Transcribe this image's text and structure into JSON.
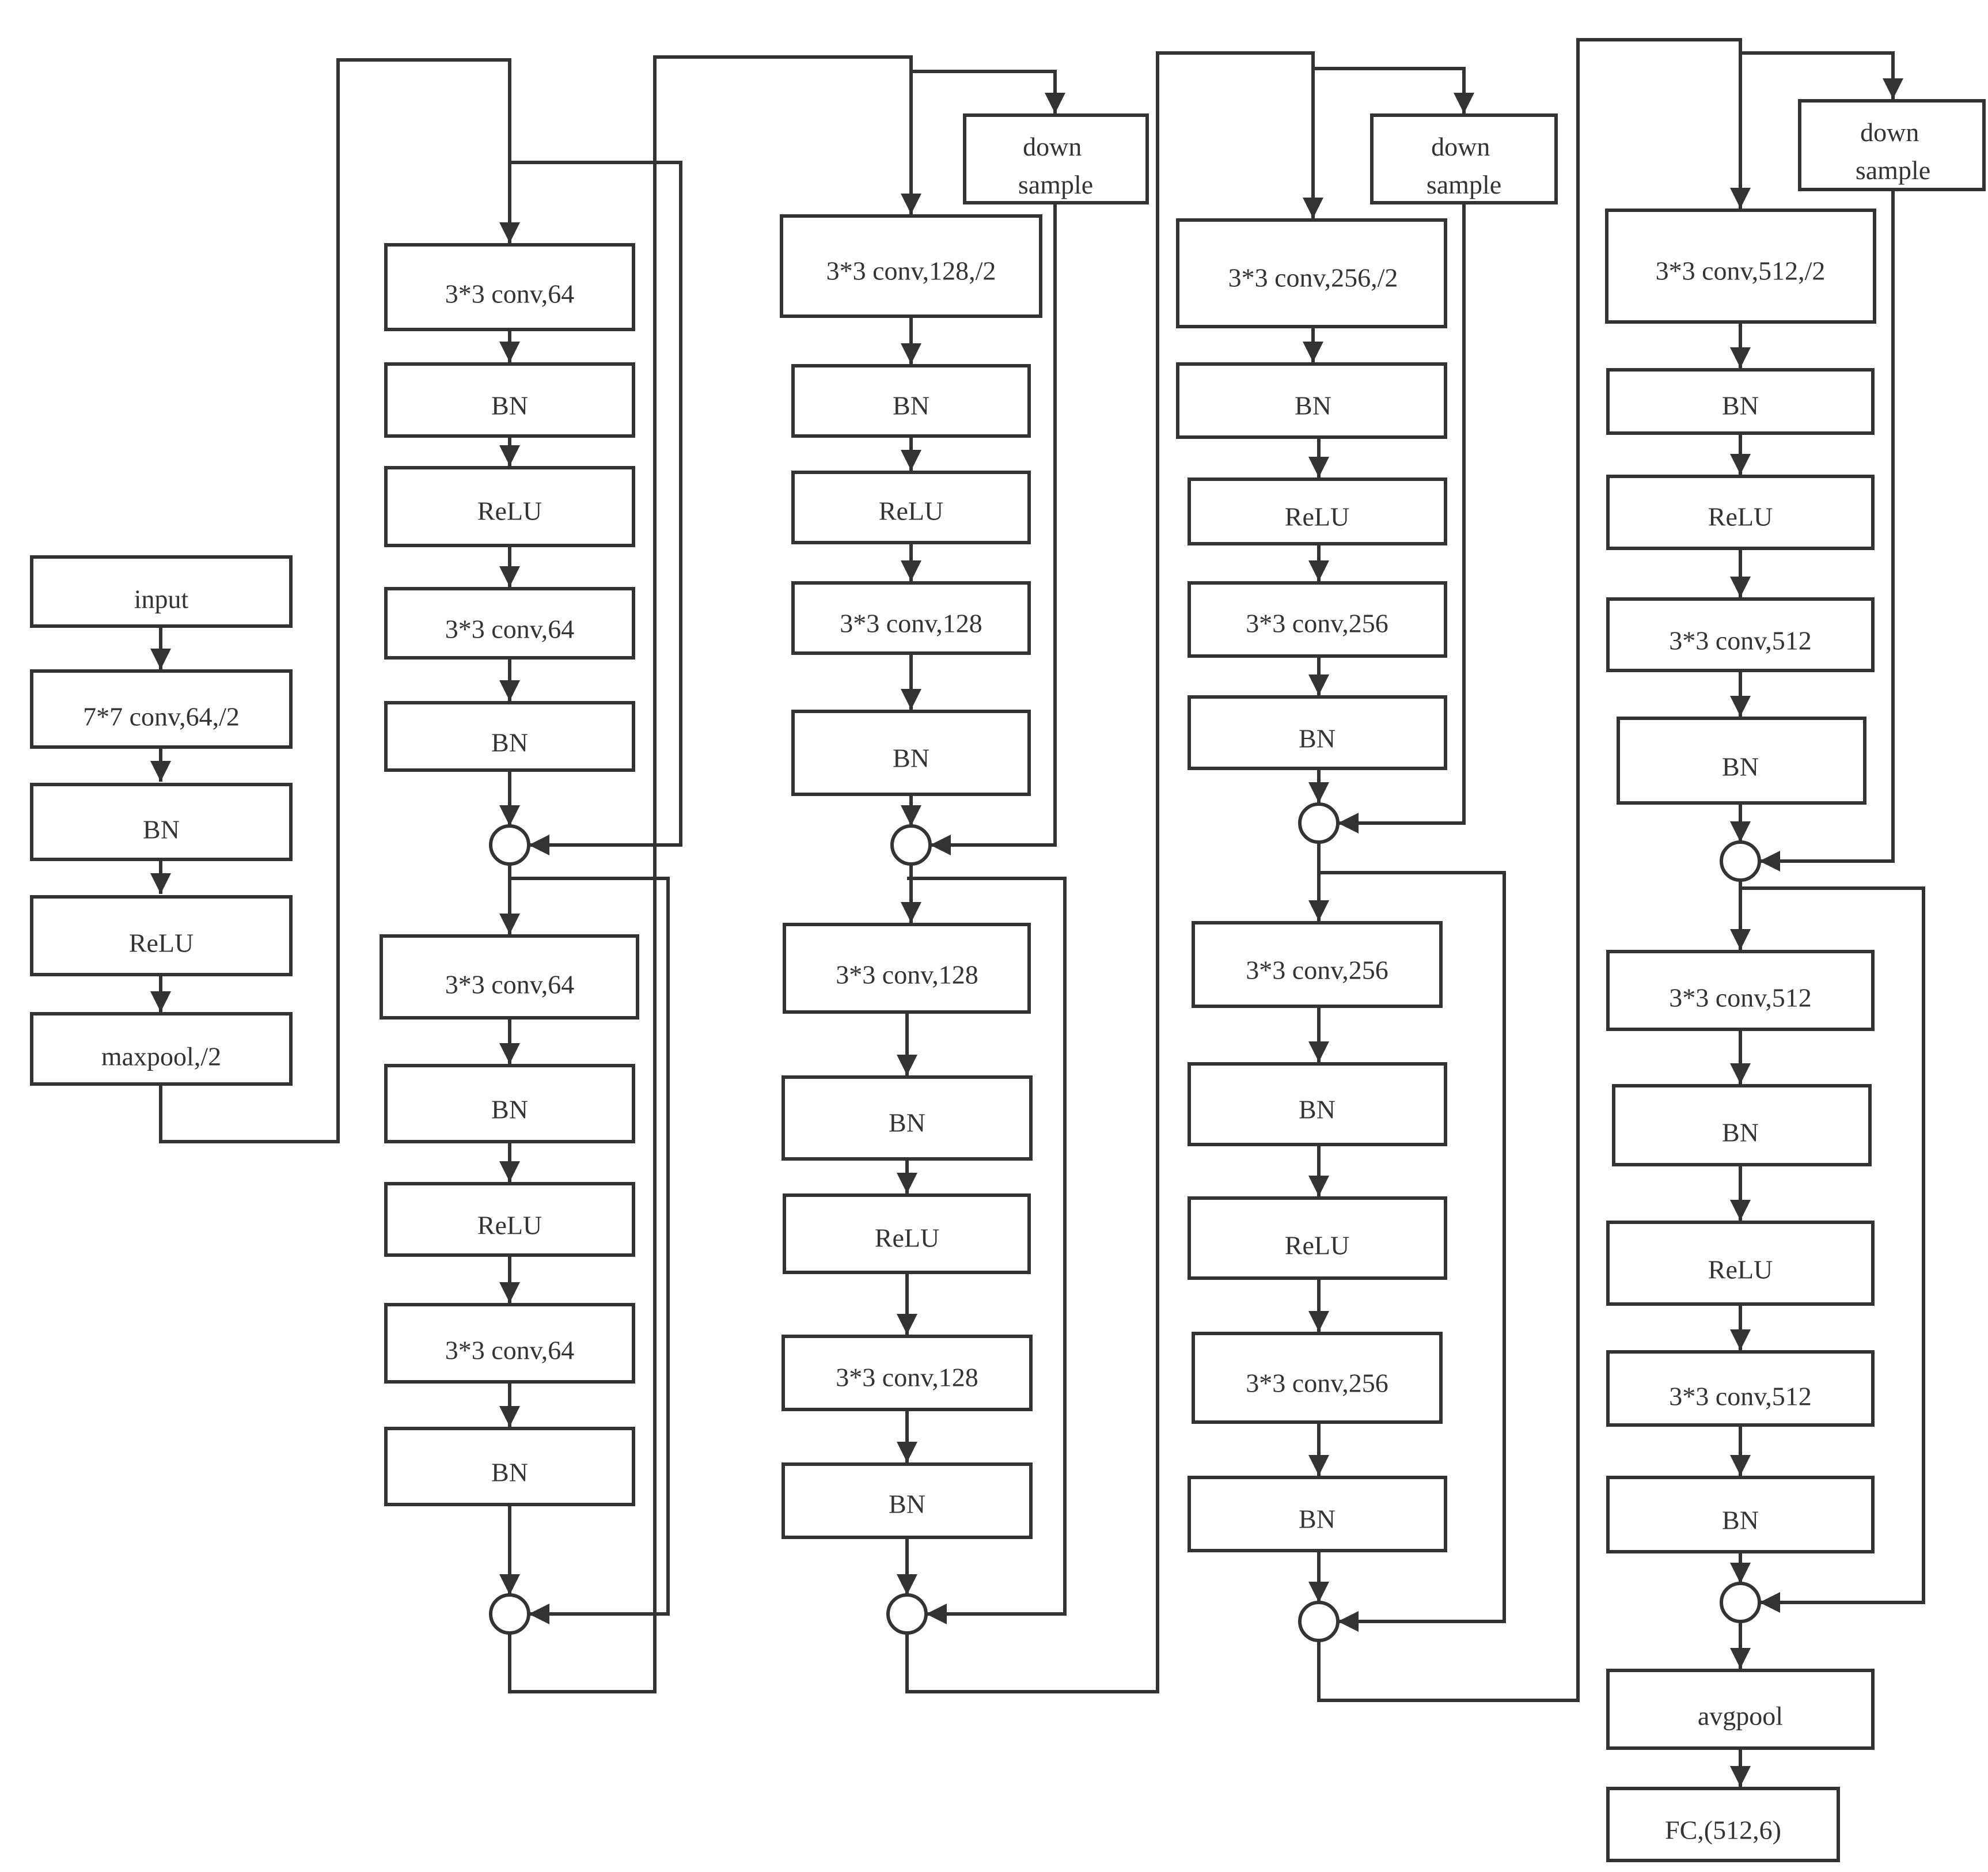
{
  "nodes": {
    "input": "input",
    "stem_conv": "7*7 conv,64,/2",
    "stem_bn": "BN",
    "stem_relu": "ReLU",
    "stem_pool": "maxpool,/2",
    "l1_b1_conv1": "3*3 conv,64",
    "l1_b1_bn1": "BN",
    "l1_b1_relu": "ReLU",
    "l1_b1_conv2": "3*3 conv,64",
    "l1_b1_bn2": "BN",
    "l1_b2_conv1": "3*3 conv,64",
    "l1_b2_bn1": "BN",
    "l1_b2_relu": "ReLU",
    "l1_b2_conv2": "3*3 conv,64",
    "l1_b2_bn2": "BN",
    "l2_down": "down sample",
    "l2_b1_conv1": "3*3 conv,128,/2",
    "l2_b1_bn1": "BN",
    "l2_b1_relu": "ReLU",
    "l2_b1_conv2": "3*3 conv,128",
    "l2_b1_bn2": "BN",
    "l2_b2_conv1": "3*3 conv,128",
    "l2_b2_bn1": "BN",
    "l2_b2_relu": "ReLU",
    "l2_b2_conv2": "3*3 conv,128",
    "l2_b2_bn2": "BN",
    "l3_down": "down sample",
    "l3_b1_conv1": "3*3 conv,256,/2",
    "l3_b1_bn1": "BN",
    "l3_b1_relu": "ReLU",
    "l3_b1_conv2": "3*3 conv,256",
    "l3_b1_bn2": "BN",
    "l3_b2_conv1": "3*3 conv,256",
    "l3_b2_bn1": "BN",
    "l3_b2_relu": "ReLU",
    "l3_b2_conv2": "3*3 conv,256",
    "l3_b2_bn2": "BN",
    "l4_down": "down sample",
    "l4_b1_conv1": "3*3 conv,512,/2",
    "l4_b1_bn1": "BN",
    "l4_b1_relu": "ReLU",
    "l4_b1_conv2": "3*3 conv,512",
    "l4_b1_bn2": "BN",
    "l4_b2_conv1": "3*3 conv,512",
    "l4_b2_bn1": "BN",
    "l4_b2_relu": "ReLU",
    "l4_b2_conv2": "3*3 conv,512",
    "l4_b2_bn2": "BN",
    "avgpool": "avgpool",
    "fc": "FC,(512,6)"
  },
  "edge_color": "#333333"
}
